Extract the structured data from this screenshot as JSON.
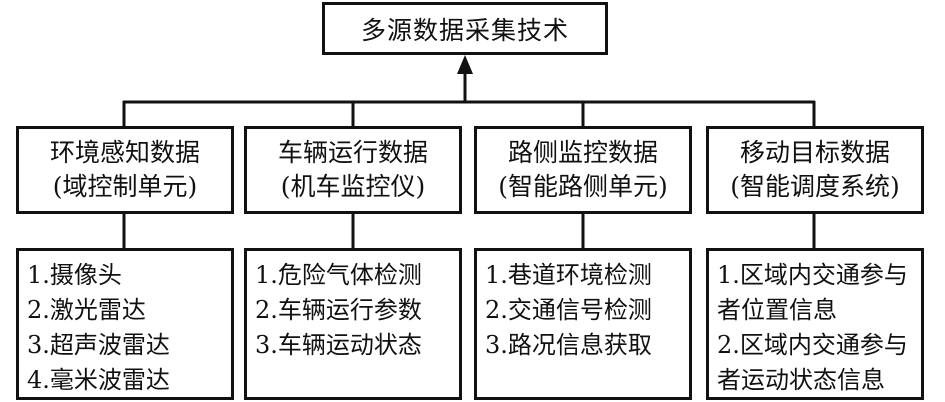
{
  "root": {
    "title": "多源数据采集技术"
  },
  "categories": [
    {
      "title": "环境感知数据",
      "subtitle": "(域控制单元)",
      "items": [
        "1.摄像头",
        "2.激光雷达",
        "3.超声波雷达",
        "4.毫米波雷达"
      ]
    },
    {
      "title": "车辆运行数据",
      "subtitle": "(机车监控仪)",
      "items": [
        "1.危险气体检测",
        "2.车辆运行参数",
        "3.车辆运动状态"
      ]
    },
    {
      "title": "路侧监控数据",
      "subtitle": "(智能路侧单元)",
      "items": [
        "1.巷道环境检测",
        "2.交通信号检测",
        "3.路况信息获取"
      ]
    },
    {
      "title": "移动目标数据",
      "subtitle": "(智能调度系统)",
      "items": [
        "1.区域内交通参与",
        "者位置信息",
        "2.区域内交通参与",
        "者运动状态信息"
      ]
    }
  ]
}
